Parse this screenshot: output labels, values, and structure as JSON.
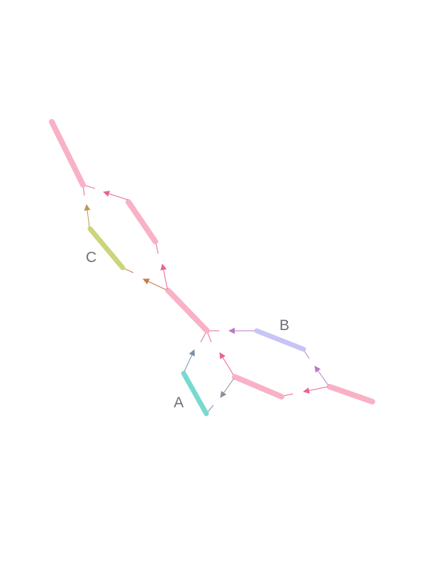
{
  "diagram": {
    "labels": {
      "a": "A",
      "b": "B",
      "c": "C"
    },
    "colors": {
      "main": "#f9b1c6",
      "a": "#7ad9cf",
      "b": "#c8c4f6",
      "c": "#cdd47a",
      "arrow_pink": "#e9658d",
      "arrow_violet": "#b97ac8",
      "arrow_gray": "#8a8f9c",
      "arrow_brown": "#c47a4e",
      "arrow_olive": "#b79a4d",
      "arrow_slate": "#7d8fa6"
    }
  }
}
